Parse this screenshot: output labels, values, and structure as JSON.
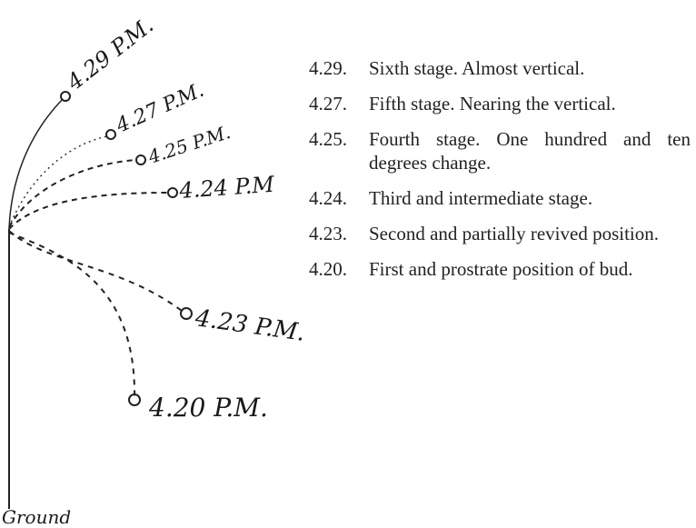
{
  "ground_label": "Ground",
  "stages": [
    {
      "time": "4.29.",
      "time_hand": "4.29 P.M.",
      "desc": "Sixth stage. Almost vertical."
    },
    {
      "time": "4.27.",
      "time_hand": "4.27 P.M.",
      "desc": "Fifth stage. Nearing the vertical."
    },
    {
      "time": "4.25.",
      "time_hand": "4.25 P.M.",
      "desc": "Fourth stage. One hundred and ten degrees change."
    },
    {
      "time": "4.24.",
      "time_hand": "4.24 P.M",
      "desc": "Third and intermediate stage."
    },
    {
      "time": "4.23.",
      "time_hand": "4.23 P.M.",
      "desc": "Second and partially revived position."
    },
    {
      "time": "4.20.",
      "time_hand": "4.20 P.M.",
      "desc": "First and prostrate position of bud."
    }
  ]
}
